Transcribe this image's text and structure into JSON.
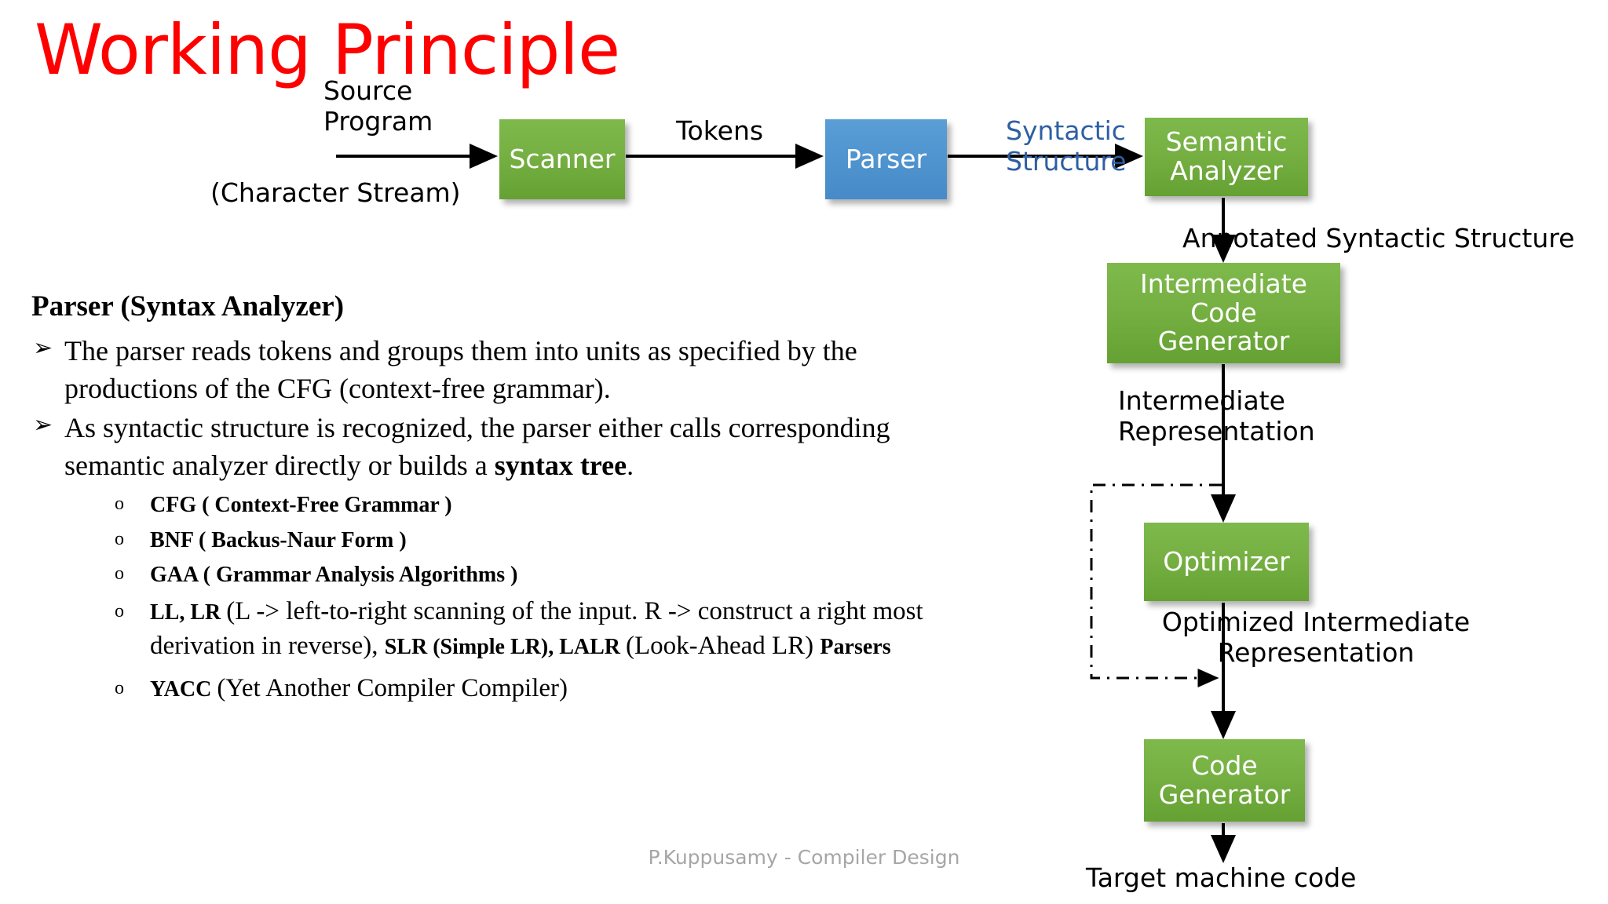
{
  "slide": {
    "title": "Working Principle",
    "footer": "P.Kuppusamy - Compiler Design"
  },
  "diagram": {
    "boxes": {
      "scanner": "Scanner",
      "parser": "Parser",
      "semantic_analyzer": "Semantic\nAnalyzer",
      "intermediate_code_generator": "Intermediate\nCode\nGenerator",
      "optimizer": "Optimizer",
      "code_generator": "Code\nGenerator"
    },
    "labels": {
      "source_program": "Source\nProgram",
      "character_stream": "(Character Stream)",
      "tokens": "Tokens",
      "syntactic_structure": "Syntactic\nStructure",
      "annotated_syntactic_structure": "Annotated Syntactic Structure",
      "intermediate_representation": "Intermediate\nRepresentation",
      "optimized_intermediate_representation": "Optimized Intermediate\nRepresentation",
      "target_machine_code": "Target machine code"
    },
    "colors": {
      "green_box": "#76b043",
      "blue_box": "#4f94cf",
      "blue_text": "#2e5fa3",
      "title_red": "#ff0000",
      "footer_gray": "#a6a6a6"
    }
  },
  "content": {
    "heading": "Parser (Syntax Analyzer)",
    "bullet_marker": "➢",
    "sub_marker": "o",
    "bullets": [
      "The parser reads tokens and groups them into units as specified by the productions of the CFG (context-free grammar).",
      "As syntactic structure is recognized, the parser either calls corresponding semantic analyzer directly or builds a syntax tree."
    ],
    "bullet2_parts": {
      "pre": "As syntactic structure is recognized, the parser either calls corresponding semantic analyzer directly or builds a ",
      "bold": "syntax tree",
      "post": "."
    },
    "sub_bullets": [
      {
        "bold": "CFG ( Context-Free Grammar )",
        "normal": ""
      },
      {
        "bold": "BNF ( Backus-Naur Form )",
        "normal": ""
      },
      {
        "bold": "GAA ( Grammar Analysis Algorithms )",
        "normal": ""
      },
      {
        "bold": "YACC ",
        "normal": "(Yet Another Compiler Compiler)"
      }
    ],
    "llr_bullet": {
      "b1": "LL, LR ",
      "n1": "(L -> left-to-right scanning of the input. R -> construct a right most derivation in reverse), ",
      "b2": "SLR (Simple LR), LALR ",
      "n2": "(Look-Ahead LR) ",
      "b3": "Parsers"
    }
  }
}
